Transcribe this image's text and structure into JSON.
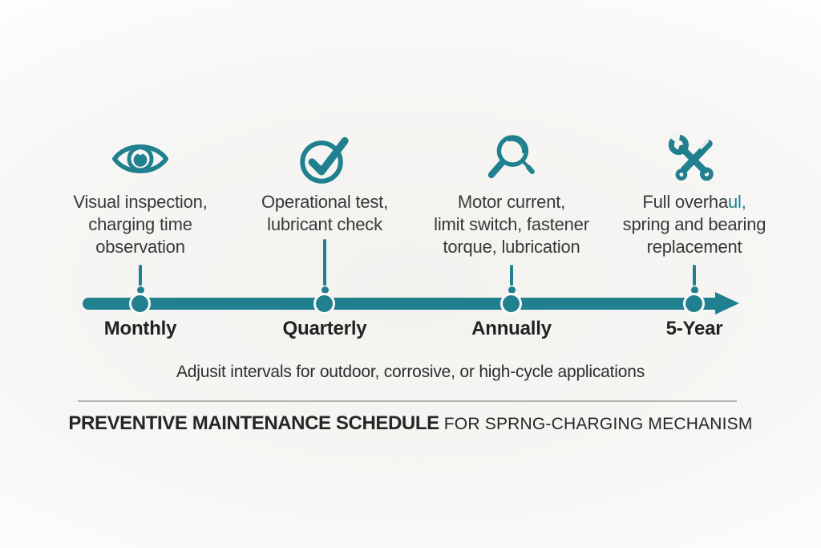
{
  "theme": {
    "accent": "#20808F",
    "text": "#383838",
    "label_text": "#222222",
    "divider": "#B3B1AE",
    "background": "#F5F4F2"
  },
  "milestones": [
    {
      "icon": "eye-icon",
      "label": "Monthly",
      "lines": [
        "Visual inspection,",
        "charging time",
        "observation"
      ]
    },
    {
      "icon": "check-circle-icon",
      "label": "Quarterly",
      "lines": [
        "Operational test,",
        "lubricant check"
      ]
    },
    {
      "icon": "magnifier-icon",
      "label": "Annually",
      "lines": [
        "Motor current,",
        "limit switch, fastener",
        "torque, lubrication"
      ]
    },
    {
      "icon": "tools-icon",
      "label": "5-Year",
      "line1_main": "Full overha",
      "line1_accent": "ul,",
      "lines": [
        "spring and bearing",
        "replacement"
      ]
    }
  ],
  "note": "Adjusit intervals for outdoor, corrosive, or high-cycle applications",
  "title": {
    "bold": "PREVENTIVE MAINTENANCE SCHEDULE",
    "rest": " FOR SPRNG-CHARGING MECHANISM"
  }
}
